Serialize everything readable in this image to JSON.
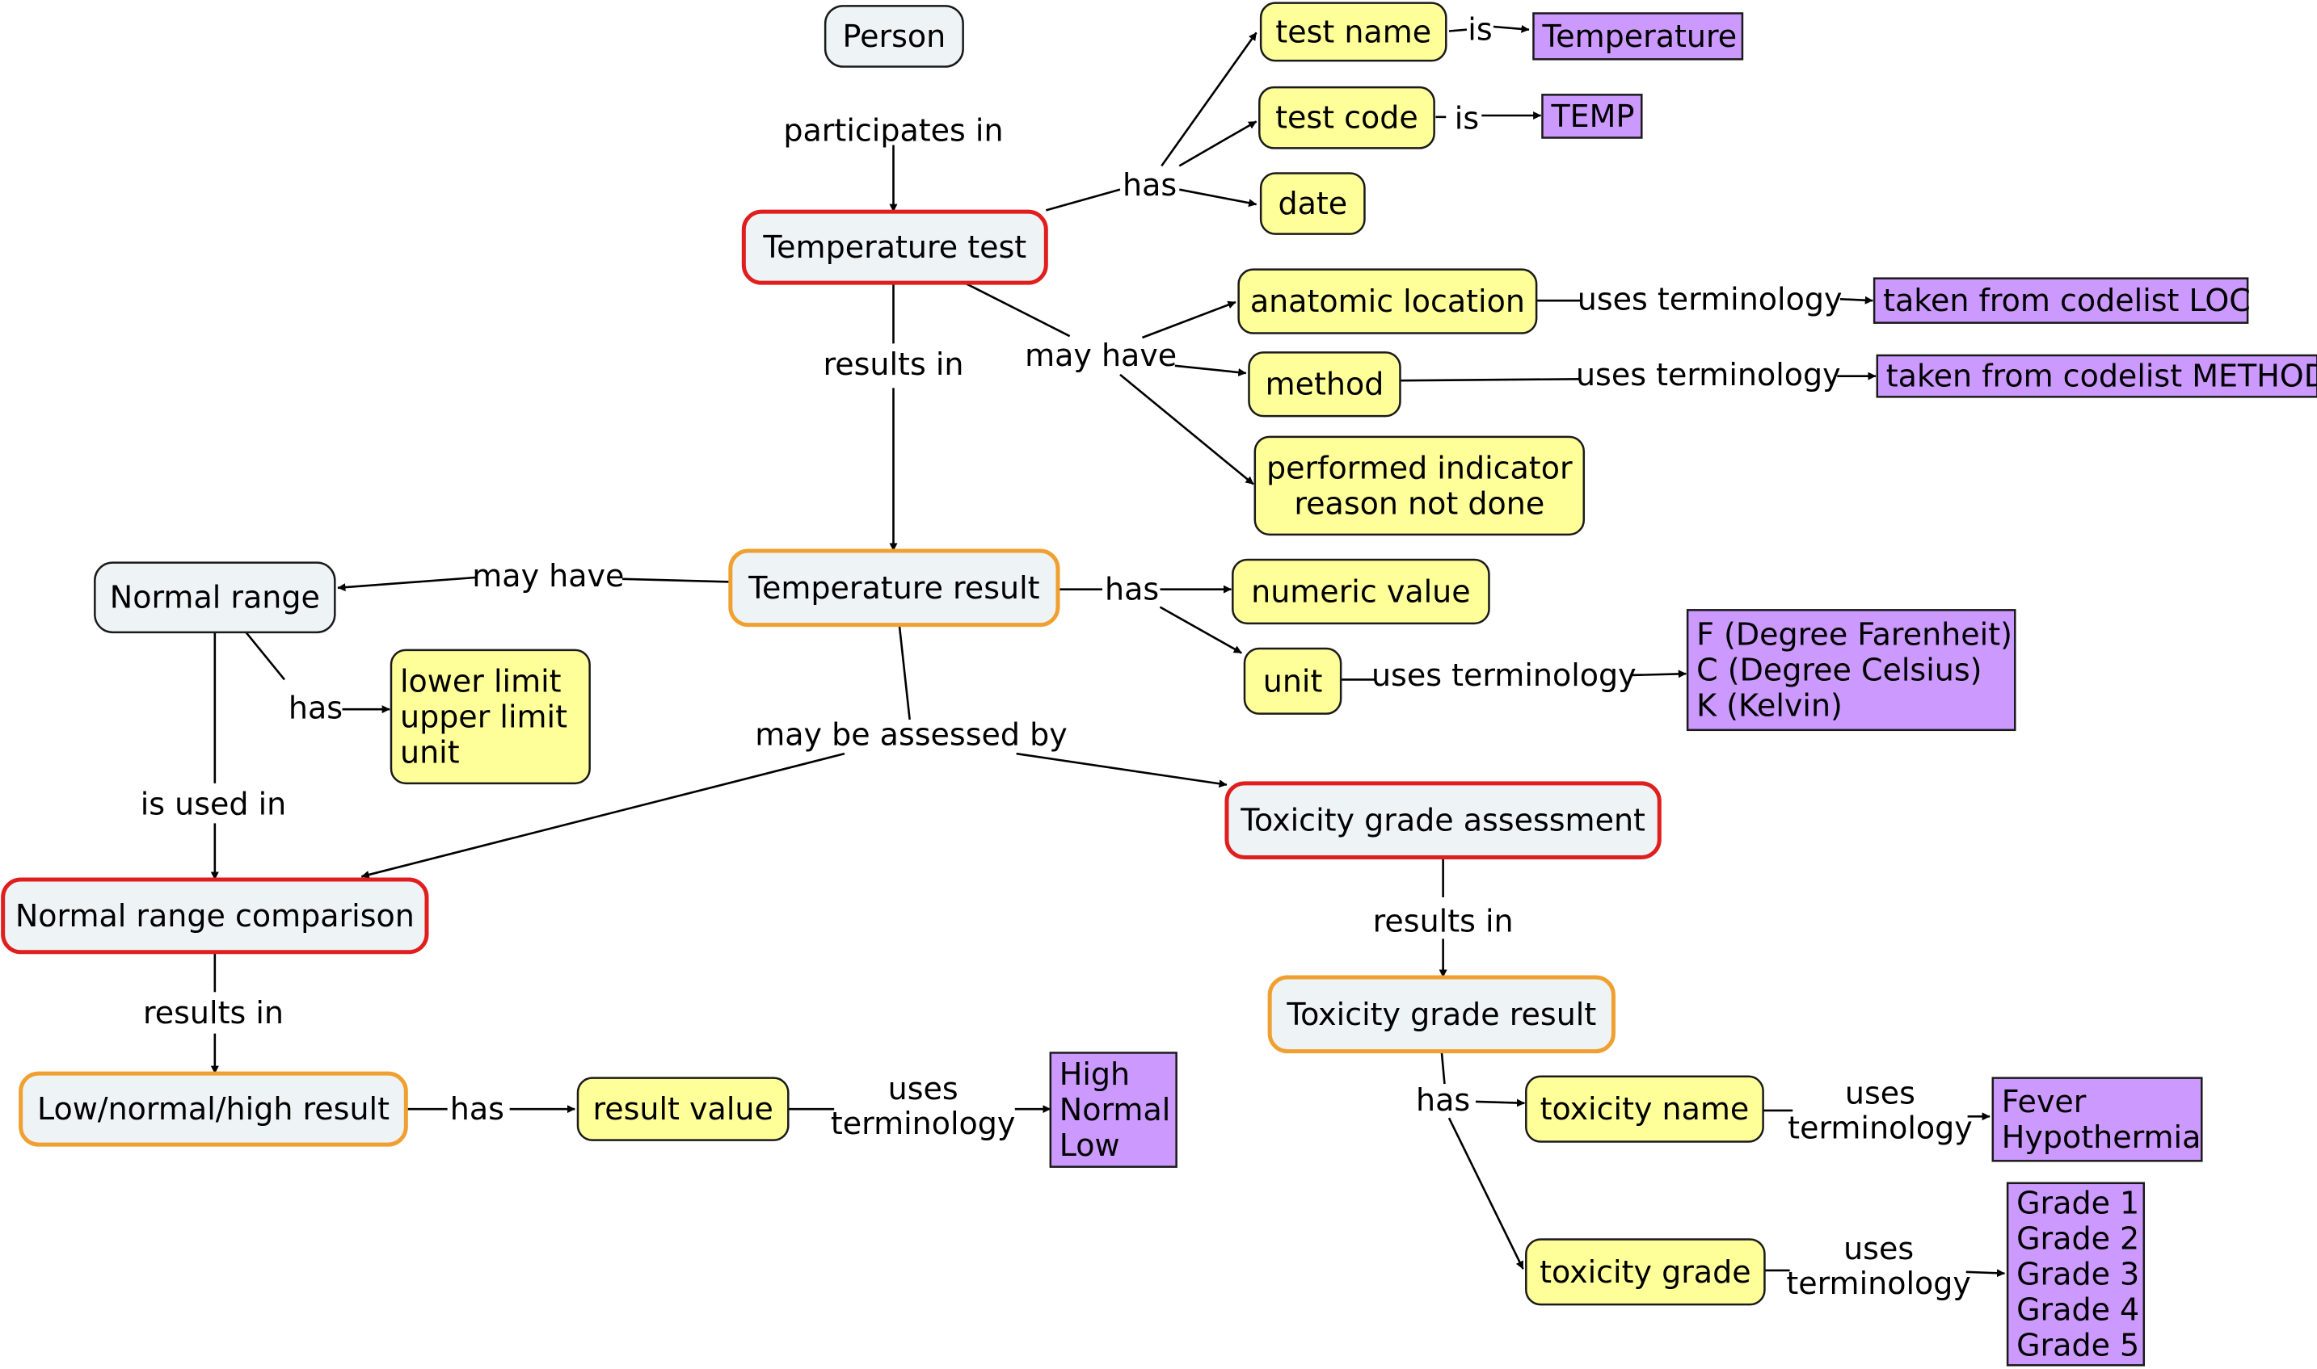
{
  "colors": {
    "concept_fill": "#eef3f5",
    "attribute_fill": "#ffff99",
    "terminology_fill": "#cc99ff",
    "event_border": "#e01e1e",
    "result_border": "#f0a030",
    "default_border": "#1a1a1a",
    "edge": "#000000"
  },
  "nodes": {
    "person": [
      "Person"
    ],
    "temperature_test": [
      "Temperature test"
    ],
    "test_name": [
      "test name"
    ],
    "test_code": [
      "test code"
    ],
    "date": [
      "date"
    ],
    "temperature_term": [
      "Temperature"
    ],
    "temp_code": [
      "TEMP"
    ],
    "anatomic_location": [
      "anatomic location"
    ],
    "method": [
      "method"
    ],
    "performed_indicator": [
      "performed indicator",
      "reason not done"
    ],
    "codelist_loc": [
      "taken from codelist LOC"
    ],
    "codelist_method": [
      "taken from codelist METHOD"
    ],
    "temperature_result": [
      "Temperature result"
    ],
    "normal_range": [
      "Normal range"
    ],
    "range_limits": [
      "lower limit",
      "upper limit",
      "unit"
    ],
    "numeric_value": [
      "numeric value"
    ],
    "unit": [
      "unit"
    ],
    "unit_terms": [
      "F (Degree Farenheit)",
      "C (Degree Celsius)",
      "K (Kelvin)"
    ],
    "toxicity_assessment": [
      "Toxicity grade assessment"
    ],
    "normal_range_comparison": [
      "Normal range comparison"
    ],
    "toxicity_result": [
      "Toxicity grade result"
    ],
    "lnh_result": [
      "Low/normal/high result"
    ],
    "result_value": [
      "result value"
    ],
    "lnh_terms": [
      "High",
      "Normal",
      "Low"
    ],
    "toxicity_name": [
      "toxicity name"
    ],
    "toxicity_grade": [
      "toxicity grade"
    ],
    "fever_terms": [
      "Fever",
      "Hypothermia"
    ],
    "grade_terms": [
      "Grade 1",
      "Grade 2",
      "Grade 3",
      "Grade 4",
      "Grade 5"
    ]
  },
  "links": {
    "participates_in": [
      "participates in"
    ],
    "test_has": [
      "has"
    ],
    "name_is": [
      "is"
    ],
    "code_is": [
      "is"
    ],
    "test_may_have": [
      "may have"
    ],
    "loc_uses": [
      "uses terminology"
    ],
    "method_uses": [
      "uses terminology"
    ],
    "test_results_in": [
      "results in"
    ],
    "result_may_have": [
      "may have"
    ],
    "result_has": [
      "has"
    ],
    "unit_uses": [
      "uses terminology"
    ],
    "range_has": [
      "has"
    ],
    "range_used_in": [
      "is used in"
    ],
    "assessed_by": [
      "may be assessed by"
    ],
    "tox_results_in": [
      "results in"
    ],
    "comparison_results_in": [
      "results in"
    ],
    "lnh_has": [
      "has"
    ],
    "value_uses": [
      "uses",
      "terminology"
    ],
    "tox_has": [
      "has"
    ],
    "name_uses": [
      "uses",
      "terminology"
    ],
    "grade_uses": [
      "uses",
      "terminology"
    ]
  }
}
